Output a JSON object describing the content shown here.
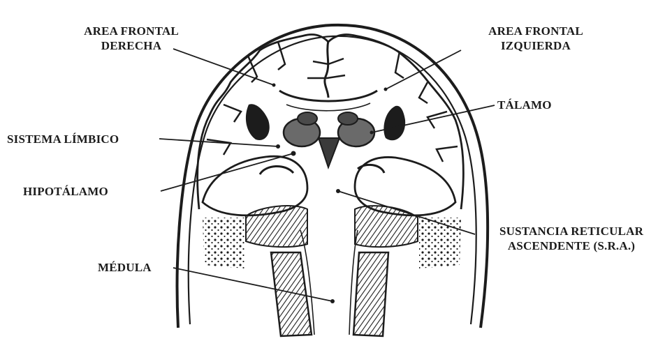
{
  "labels": {
    "area_frontal_derecha": [
      "AREA FRONTAL",
      "DERECHA"
    ],
    "area_frontal_izquierda": [
      "AREA FRONTAL",
      "IZQUIERDA"
    ],
    "talamo": "TÁLAMO",
    "sistema_limbico": "SISTEMA LÍMBICO",
    "hipotalamo": "HIPOTÁLAMO",
    "sustancia_reticular": [
      "SUSTANCIA RETICULAR",
      "ASCENDENTE (S.R.A.)"
    ],
    "medula": "MÉDULA"
  },
  "colors": {
    "ink": "#1c1c1c",
    "paper": "#ffffff",
    "shade": "#6a6a6a"
  }
}
